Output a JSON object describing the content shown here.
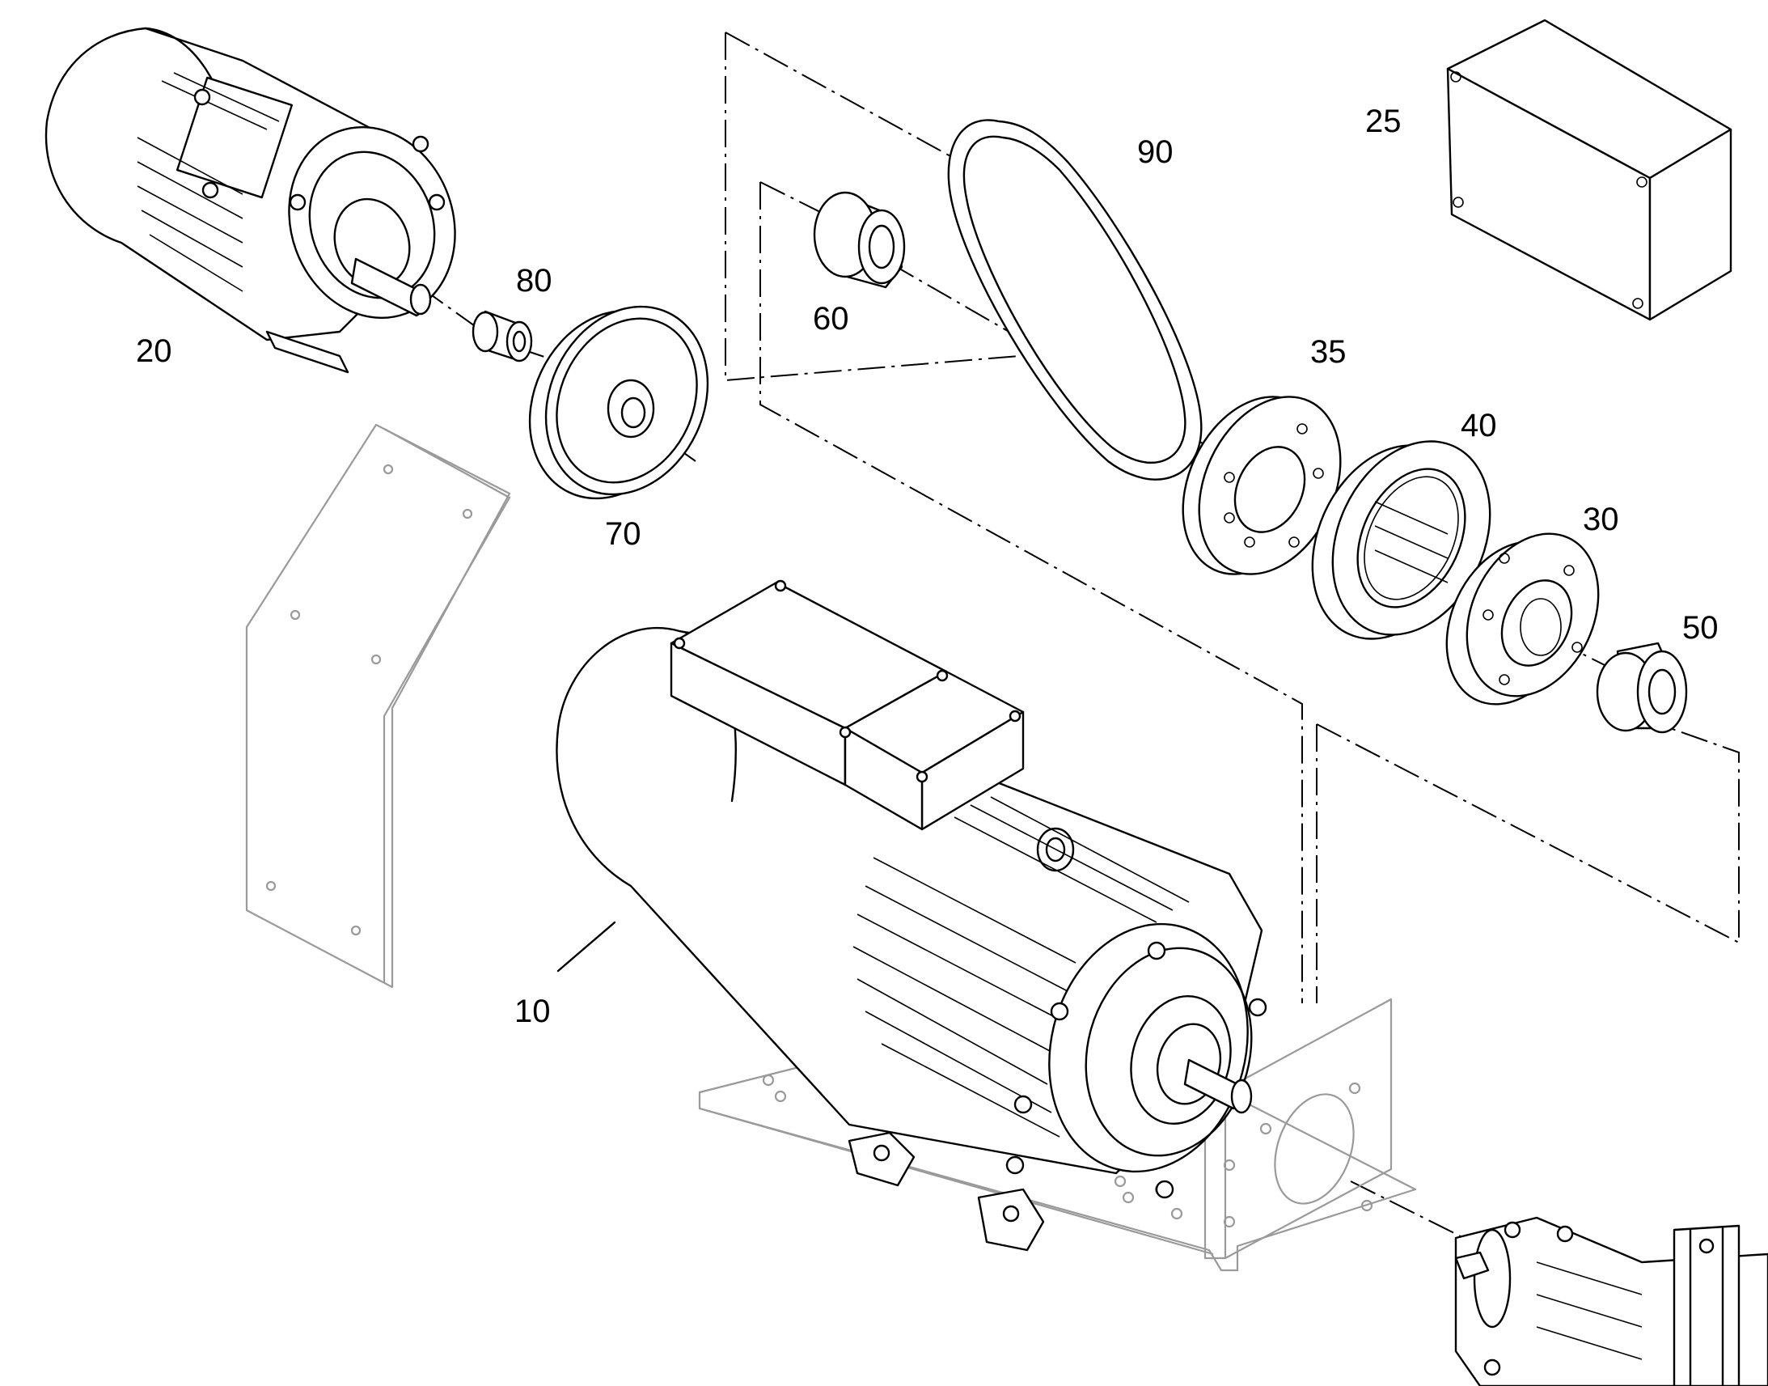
{
  "labels": {
    "p10": "10",
    "p20": "20",
    "p25": "25",
    "p30": "30",
    "p35": "35",
    "p40": "40",
    "p50": "50",
    "p60": "60",
    "p70": "70",
    "p80": "80",
    "p90": "90"
  },
  "colors": {
    "line": "#000000",
    "ghost_parts": "#9a9a9a",
    "background": "#ffffff"
  }
}
